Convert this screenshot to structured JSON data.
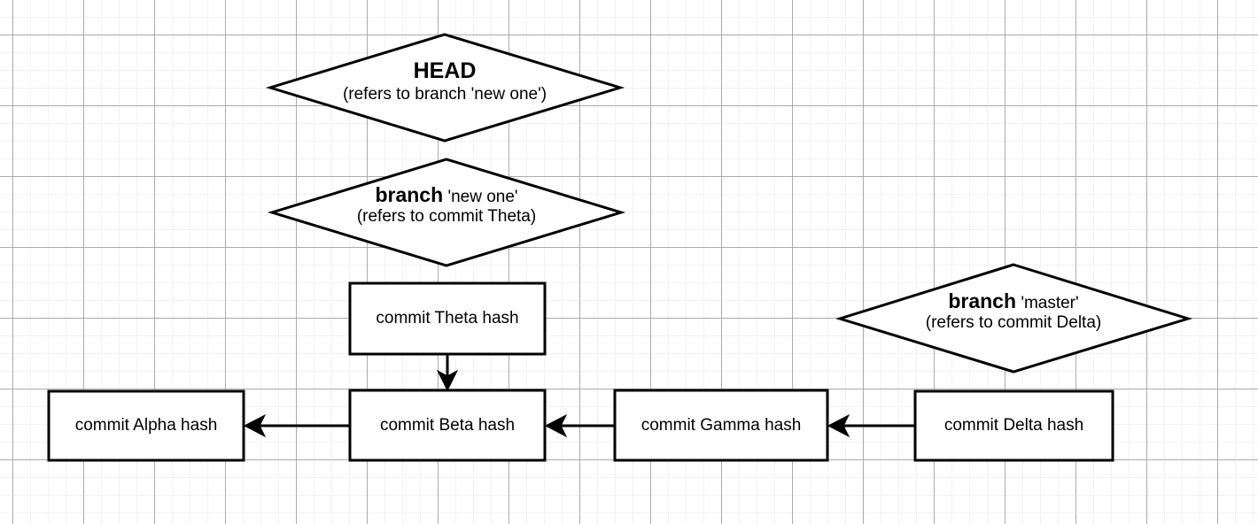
{
  "diagram": {
    "type": "git-object-graph",
    "background": {
      "grid_minor_color": "#f2f2f2",
      "grid_major_color": "#ababab",
      "page_color": "#ffffff"
    },
    "stroke_color": "#000000",
    "fill_color": "#ffffff",
    "nodes": [
      {
        "id": "head",
        "shape": "diamond",
        "title": "HEAD",
        "title_weight": "bold",
        "subtitle": "(refers to branch 'new one')"
      },
      {
        "id": "branch_new_one",
        "shape": "diamond",
        "title": "branch",
        "title_weight": "bold",
        "title_suffix": "'new one'",
        "subtitle": "(refers to commit Theta)"
      },
      {
        "id": "branch_master",
        "shape": "diamond",
        "title": "branch",
        "title_weight": "bold",
        "title_suffix": "'master'",
        "subtitle": "(refers to commit Delta)"
      },
      {
        "id": "commit_theta",
        "shape": "rectangle",
        "label": "commit Theta hash"
      },
      {
        "id": "commit_alpha",
        "shape": "rectangle",
        "label": "commit Alpha hash"
      },
      {
        "id": "commit_beta",
        "shape": "rectangle",
        "label": "commit Beta hash"
      },
      {
        "id": "commit_gamma",
        "shape": "rectangle",
        "label": "commit Gamma hash"
      },
      {
        "id": "commit_delta",
        "shape": "rectangle",
        "label": "commit Delta hash"
      }
    ],
    "edges": [
      {
        "from": "commit_theta",
        "to": "commit_beta",
        "direction": "down"
      },
      {
        "from": "commit_beta",
        "to": "commit_alpha",
        "direction": "left"
      },
      {
        "from": "commit_gamma",
        "to": "commit_beta",
        "direction": "left"
      },
      {
        "from": "commit_delta",
        "to": "commit_gamma",
        "direction": "left"
      }
    ]
  }
}
